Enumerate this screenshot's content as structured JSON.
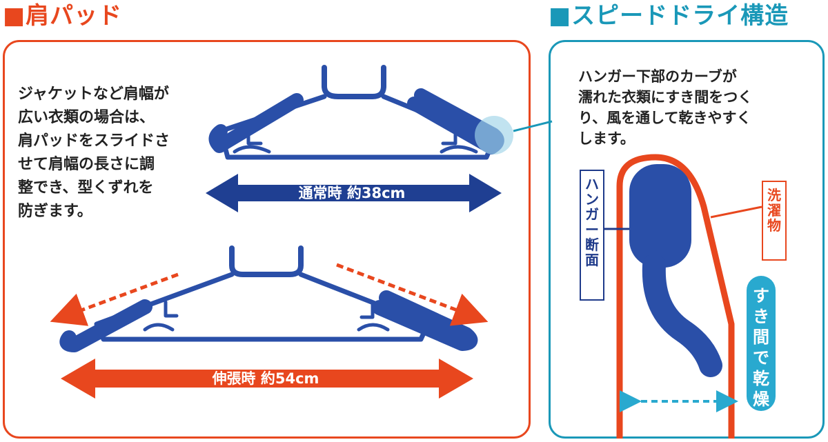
{
  "left_section": {
    "heading": "■肩パッド",
    "description_lines": [
      "ジャケットなど肩幅が",
      "広い衣類の場合は、",
      "肩パッドをスライドさ",
      "せて肩幅の長さに調",
      "整でき、型くずれを",
      "防ぎます。"
    ],
    "normal_width_label": "通常時 約38cm",
    "extended_width_label": "伸張時 約54cm"
  },
  "right_section": {
    "heading": "■スピードドライ構造",
    "description_lines": [
      "ハンガー下部のカーブが",
      "濡れた衣類にすき間をつく",
      "り、風を通して乾きやすく",
      "します。"
    ],
    "hanger_section_label": [
      "ハ",
      "ン",
      "ガ",
      "ー",
      "断",
      "面"
    ],
    "laundry_label": [
      "洗",
      "濯",
      "物"
    ],
    "gap_dry_label": [
      "す",
      "き",
      "間",
      "で",
      "乾",
      "燥"
    ]
  },
  "colors": {
    "orange": "#e8471e",
    "teal": "#1a98b8",
    "navy": "#1e3a8a",
    "hanger_blue": "#2a4fa8",
    "light_blue": "#29a9cf"
  }
}
